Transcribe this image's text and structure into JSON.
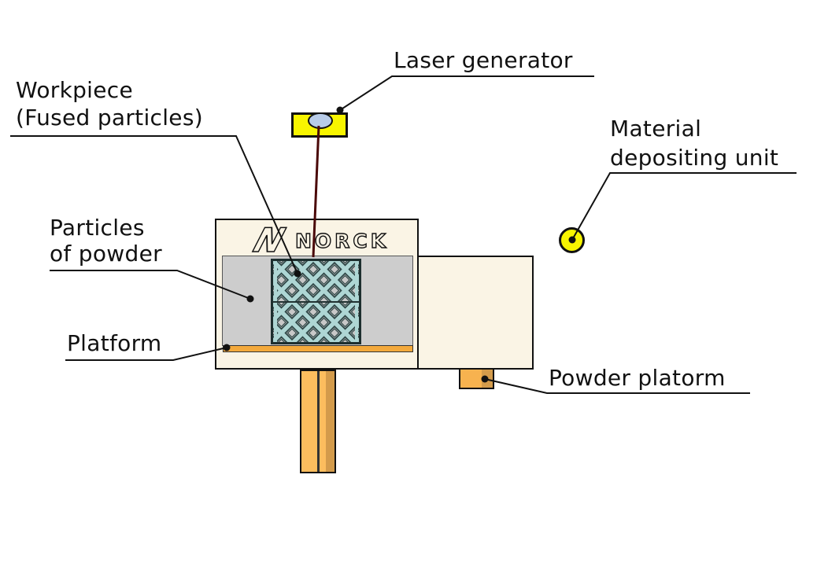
{
  "brand": {
    "logo_mark": "N",
    "logo_text": "NORCK"
  },
  "labels": {
    "laser_generator": "Laser generator",
    "workpiece": {
      "line1": "Workpiece",
      "line2": "(Fused particles)"
    },
    "material_depositing_unit": {
      "line1": "Material",
      "line2": "depositing unit"
    },
    "particles_of_powder": {
      "line1": "Particles",
      "line2": "of powder"
    },
    "platform": "Platform",
    "powder_platform": "Powder platorm"
  },
  "colors": {
    "machine_body_cream": "#faf4e5",
    "powder_gray": "#cdcdcd",
    "lattice_teal": "#aed6d4",
    "lattice_dark": "#2e4646",
    "platform_orange": "#f3a93c",
    "column_orange": "#fcbd5e",
    "column_shade_orange": "#d39b4b",
    "laser_yellow": "#f8f500",
    "lens_blue": "#b8cce8",
    "beam_maroon": "#4a0808",
    "line_black": "#111111"
  }
}
